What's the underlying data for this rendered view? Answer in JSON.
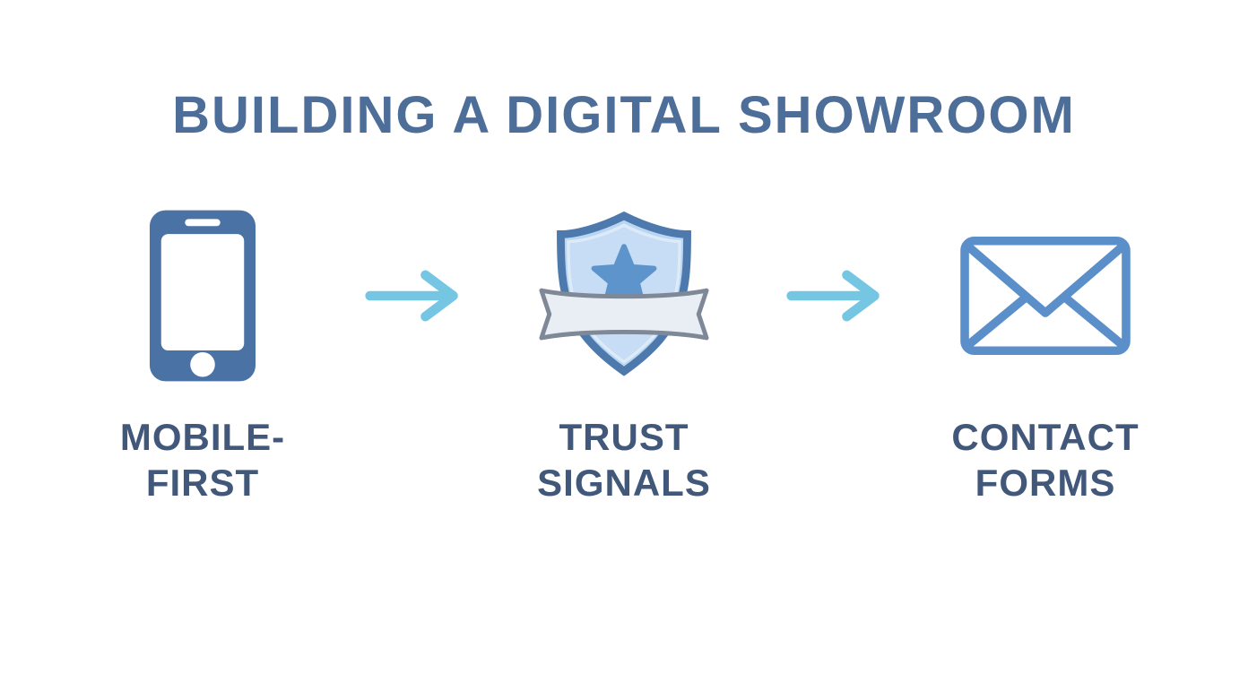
{
  "title": "BUILDING A DIGITAL SHOWROOM",
  "steps": [
    {
      "name": "mobile-first",
      "label": "MOBILE-\nFIRST",
      "icon": "smartphone-icon"
    },
    {
      "name": "trust-signals",
      "label": "TRUST\nSIGNALS",
      "icon": "shield-badge-icon"
    },
    {
      "name": "contact-forms",
      "label": "CONTACT\nFORMS",
      "icon": "envelope-icon"
    }
  ],
  "connectors": [
    {
      "icon": "arrow-right-icon"
    },
    {
      "icon": "arrow-right-icon"
    }
  ],
  "colors": {
    "background": "#ffffff",
    "title": "#4d6e99",
    "label": "#41587a",
    "phone": "#4a72a4",
    "shield-border": "#4d79ad",
    "shield-fill": "#b9d6f2",
    "shield-inner": "#c7ddf5",
    "shield-inner-line": "#ddeaf8",
    "star": "#5d94cb",
    "ribbon-fill": "#e9eef5",
    "ribbon-border": "#7e8896",
    "envelope": "#5b8fc9",
    "arrow": "#74c6e3"
  }
}
